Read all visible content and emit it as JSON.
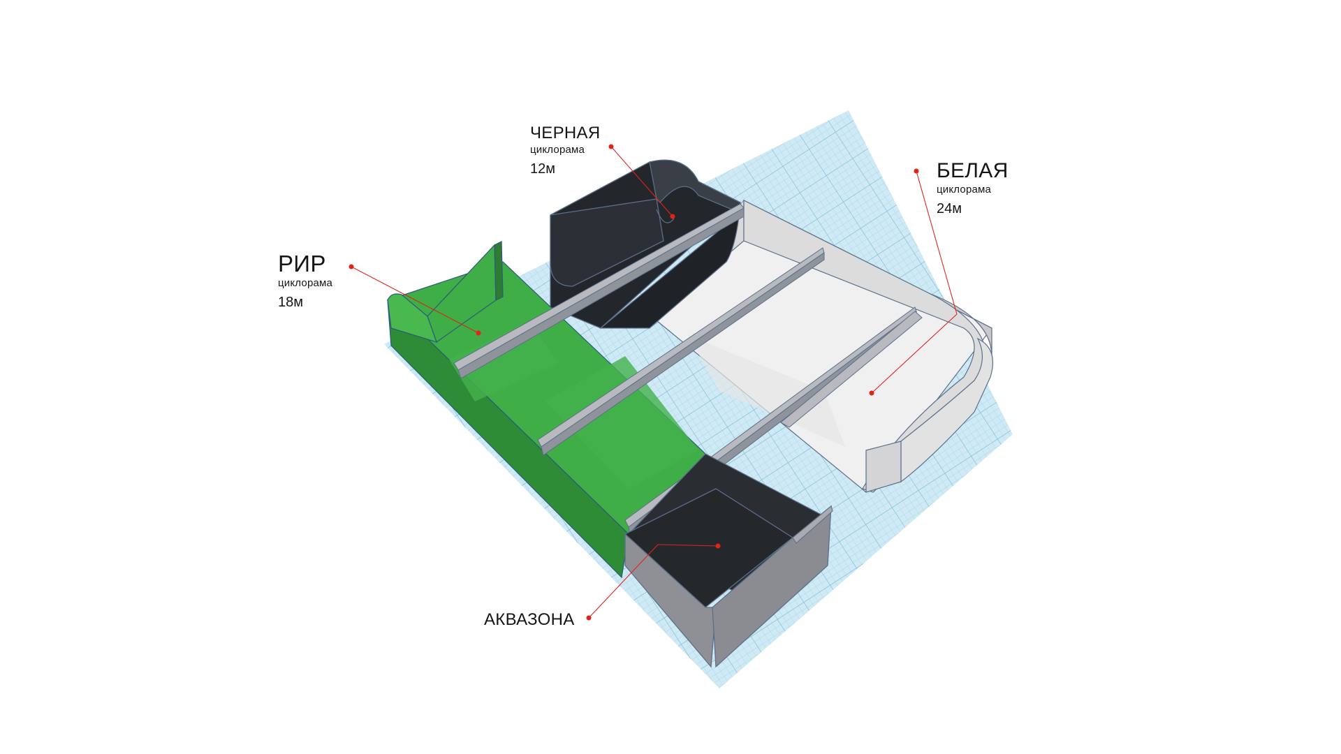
{
  "zones": {
    "black": {
      "name": "ЧЕРНАЯ",
      "type": "циклорама",
      "length": "12м"
    },
    "white": {
      "name": "БЕЛАЯ",
      "type": "циклорама",
      "length": "24м"
    },
    "rir": {
      "name": "РИР",
      "type": "циклорама",
      "length": "18м"
    },
    "aqua": {
      "name": "АКВАЗОНА"
    }
  },
  "colors": {
    "green": "#3fae46",
    "green_dark": "#2f8c36",
    "black_cyc": "#25282d",
    "white_cyc": "#eeeeee",
    "grid": "#bfe3f1",
    "beam": "#a9acb3",
    "marker": "#e0231b"
  }
}
